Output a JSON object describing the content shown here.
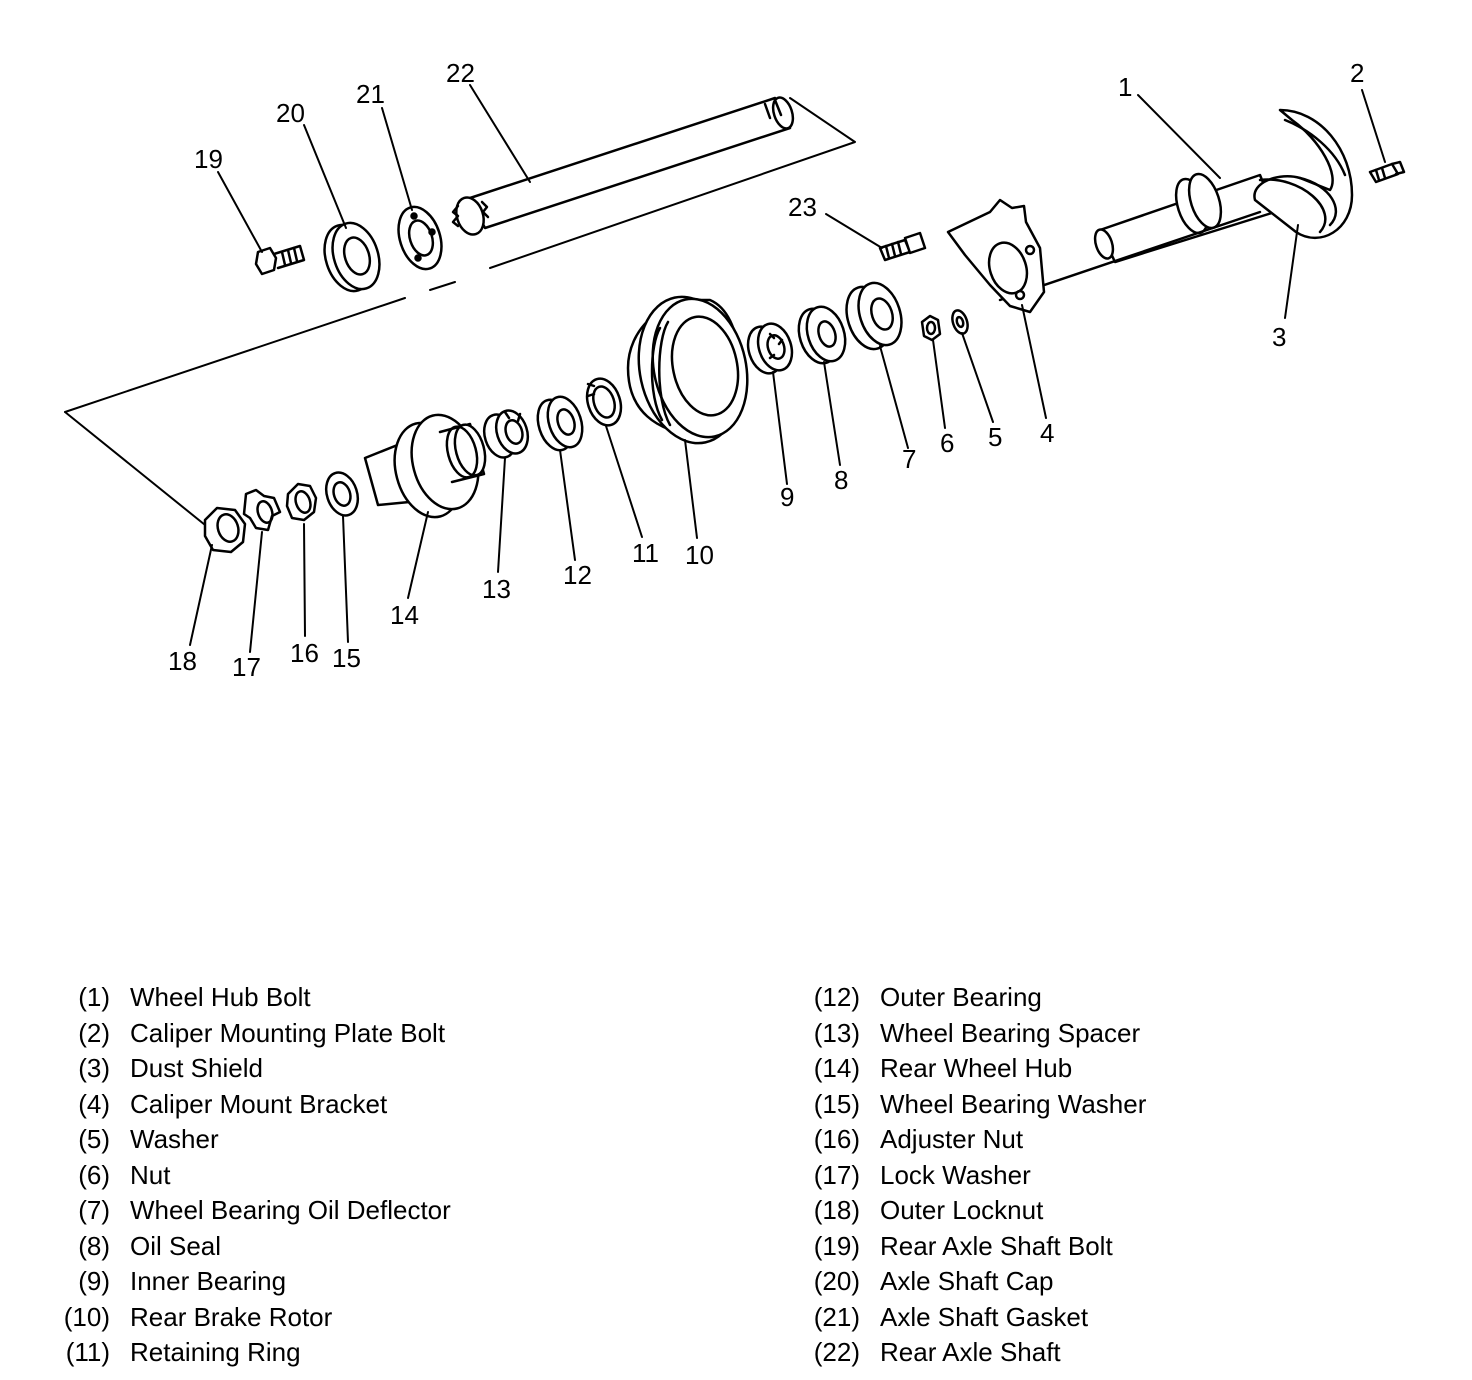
{
  "callouts": [
    "1",
    "2",
    "3",
    "4",
    "5",
    "6",
    "7",
    "8",
    "9",
    "10",
    "11",
    "12",
    "13",
    "14",
    "15",
    "16",
    "17",
    "18",
    "19",
    "20",
    "21",
    "22",
    "23"
  ],
  "legend": {
    "left": [
      {
        "num": "(1)",
        "label": "Wheel Hub Bolt"
      },
      {
        "num": "(2)",
        "label": "Caliper Mounting Plate Bolt"
      },
      {
        "num": "(3)",
        "label": "Dust Shield"
      },
      {
        "num": "(4)",
        "label": "Caliper Mount Bracket"
      },
      {
        "num": "(5)",
        "label": "Washer"
      },
      {
        "num": "(6)",
        "label": "Nut"
      },
      {
        "num": "(7)",
        "label": "Wheel Bearing Oil Deflector"
      },
      {
        "num": "(8)",
        "label": "Oil Seal"
      },
      {
        "num": "(9)",
        "label": "Inner Bearing"
      },
      {
        "num": "(10)",
        "label": "Rear Brake Rotor"
      },
      {
        "num": "(11)",
        "label": "Retaining Ring"
      }
    ],
    "right": [
      {
        "num": "(12)",
        "label": "Outer Bearing"
      },
      {
        "num": "(13)",
        "label": "Wheel Bearing Spacer"
      },
      {
        "num": "(14)",
        "label": "Rear Wheel Hub"
      },
      {
        "num": "(15)",
        "label": "Wheel Bearing Washer"
      },
      {
        "num": "(16)",
        "label": "Adjuster Nut"
      },
      {
        "num": "(17)",
        "label": "Lock Washer"
      },
      {
        "num": "(18)",
        "label": "Outer Locknut"
      },
      {
        "num": "(19)",
        "label": "Rear Axle Shaft Bolt"
      },
      {
        "num": "(20)",
        "label": "Axle Shaft Cap"
      },
      {
        "num": "(21)",
        "label": "Axle Shaft Gasket"
      },
      {
        "num": "(22)",
        "label": "Rear Axle Shaft"
      }
    ]
  }
}
